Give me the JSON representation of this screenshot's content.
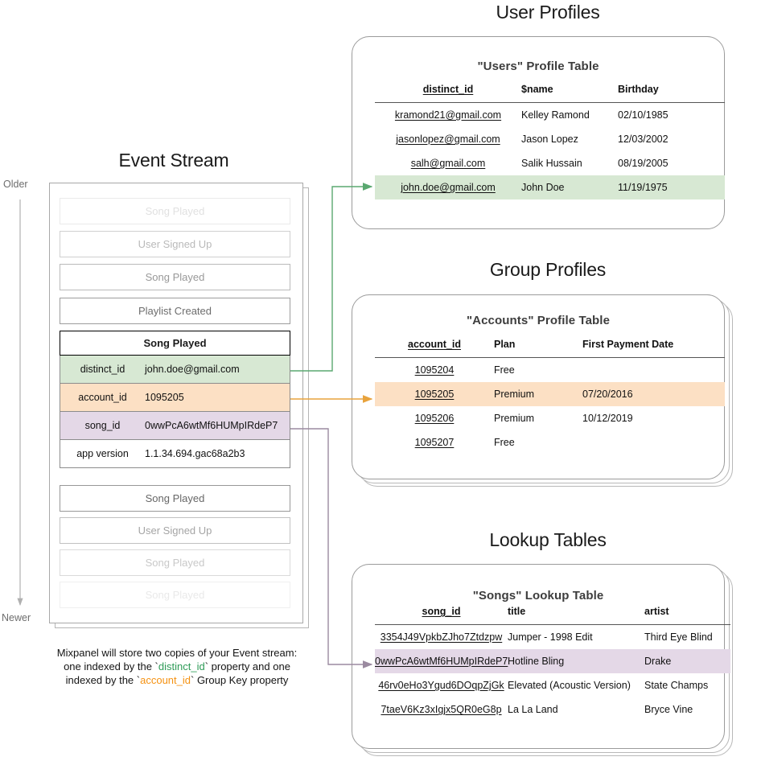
{
  "sections": {
    "event_stream_title": "Event Stream",
    "user_profiles_title": "User Profiles",
    "group_profiles_title": "Group Profiles",
    "lookup_tables_title": "Lookup Tables"
  },
  "timeline": {
    "older_label": "Older",
    "newer_label": "Newer"
  },
  "event_stream": {
    "events_above": [
      {
        "label": "Song Played",
        "opacity": 0.18
      },
      {
        "label": "User Signed Up",
        "opacity": 0.42
      },
      {
        "label": "Song Played",
        "opacity": 0.62
      },
      {
        "label": "Playlist Created",
        "opacity": 0.88
      }
    ],
    "focus_event": {
      "name": "Song Played",
      "properties": [
        {
          "key": "distinct_id",
          "value": "john.doe@gmail.com",
          "highlight": "green"
        },
        {
          "key": "account_id",
          "value": "1095205",
          "highlight": "orange"
        },
        {
          "key": "song_id",
          "value": "0wwPcA6wtMf6HUMpIRdeP7",
          "highlight": "purple"
        },
        {
          "key": "app version",
          "value": "1.1.34.694.gac68a2b3",
          "highlight": "none"
        }
      ]
    },
    "events_below": [
      {
        "label": "Song Played",
        "opacity": 0.92
      },
      {
        "label": "User Signed Up",
        "opacity": 0.55
      },
      {
        "label": "Song Played",
        "opacity": 0.33
      },
      {
        "label": "Song Played",
        "opacity": 0.13
      }
    ]
  },
  "caption": {
    "line1": "Mixpanel will store two copies of your Event stream:",
    "line2_pre": "one indexed by the `",
    "line2_green": "distinct_id",
    "line2_mid": "` property and one",
    "line3_pre": "indexed by the `",
    "line3_orange": "account_id",
    "line3_post": "` Group Key property"
  },
  "users_table": {
    "title": "\"Users\" Profile Table",
    "columns": [
      "distinct_id",
      "$name",
      "Birthday"
    ],
    "rows": [
      {
        "cells": [
          "kramond21@gmail.com",
          "Kelley Ramond",
          "02/10/1985"
        ],
        "highlight": "none"
      },
      {
        "cells": [
          "jasonlopez@gmail.com",
          "Jason Lopez",
          "12/03/2002"
        ],
        "highlight": "none"
      },
      {
        "cells": [
          "salh@gmail.com",
          "Salik Hussain",
          "08/19/2005"
        ],
        "highlight": "none"
      },
      {
        "cells": [
          "john.doe@gmail.com",
          "John Doe",
          "11/19/1975"
        ],
        "highlight": "green"
      }
    ]
  },
  "accounts_table": {
    "title": "\"Accounts\" Profile Table",
    "columns": [
      "account_id",
      "Plan",
      "First Payment Date"
    ],
    "rows": [
      {
        "cells": [
          "1095204",
          "Free",
          ""
        ],
        "highlight": "none"
      },
      {
        "cells": [
          "1095205",
          "Premium",
          "07/20/2016"
        ],
        "highlight": "orange"
      },
      {
        "cells": [
          "1095206",
          "Premium",
          "10/12/2019"
        ],
        "highlight": "none"
      },
      {
        "cells": [
          "1095207",
          "Free",
          ""
        ],
        "highlight": "none"
      }
    ]
  },
  "songs_table": {
    "title": "\"Songs\" Lookup Table",
    "columns": [
      "song_id",
      "title",
      "artist"
    ],
    "rows": [
      {
        "cells": [
          "3354J49VpkbZJho7Ztdzpw",
          "Jumper - 1998 Edit",
          "Third Eye Blind"
        ],
        "highlight": "none"
      },
      {
        "cells": [
          "0wwPcA6wtMf6HUMpIRdeP7",
          "Hotline Bling",
          "Drake"
        ],
        "highlight": "purple"
      },
      {
        "cells": [
          "46rv0eHo3Ygud6DOqpZjGk",
          "Elevated (Acoustic Version)",
          "State Champs"
        ],
        "highlight": "none"
      },
      {
        "cells": [
          "7taeV6Kz3xIgjx5QR0eG8p",
          "La La Land",
          "Bryce Vine"
        ],
        "highlight": "none"
      }
    ]
  },
  "colors": {
    "green_highlight": "#d7e8d3",
    "orange_highlight": "#fce0c4",
    "purple_highlight": "#e4d8e7",
    "green_arrow": "#5aa870",
    "orange_arrow": "#e8a33d",
    "purple_arrow": "#9b8aa0",
    "card_border": "#9b9b9b"
  }
}
